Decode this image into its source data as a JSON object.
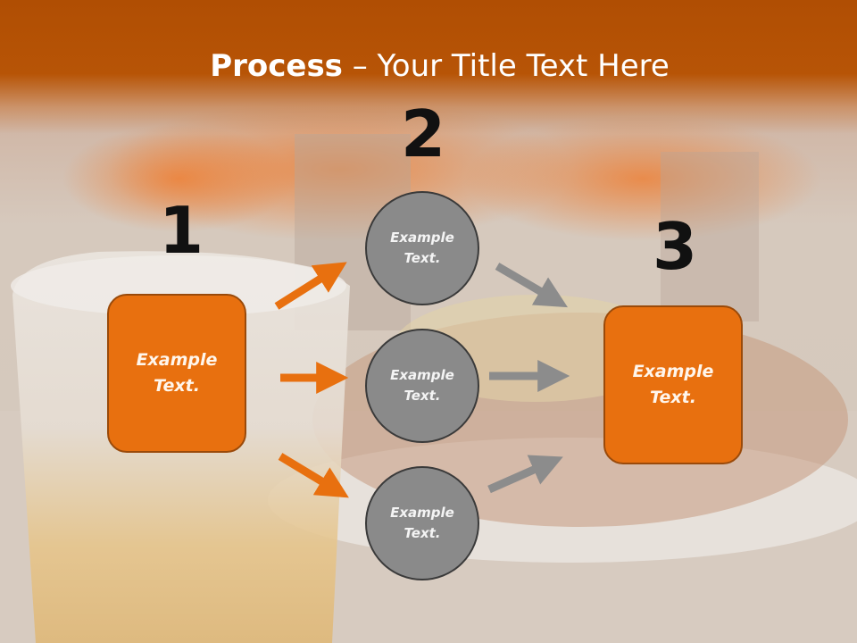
{
  "title": {
    "bold": "Process",
    "rest": " – Your Title Text Here"
  },
  "steps": {
    "one": {
      "number": "1",
      "text": "Example Text."
    },
    "two": {
      "number": "2"
    },
    "three": {
      "number": "3",
      "text": "Example Text."
    }
  },
  "circles": [
    {
      "text": "Example Text."
    },
    {
      "text": "Example Text."
    },
    {
      "text": "Example Text."
    }
  ],
  "colors": {
    "accent": "#E8700F",
    "title_band": "#B04E03",
    "circle": "#8A8A8A",
    "grey_arrow": "#8C8C8C"
  }
}
